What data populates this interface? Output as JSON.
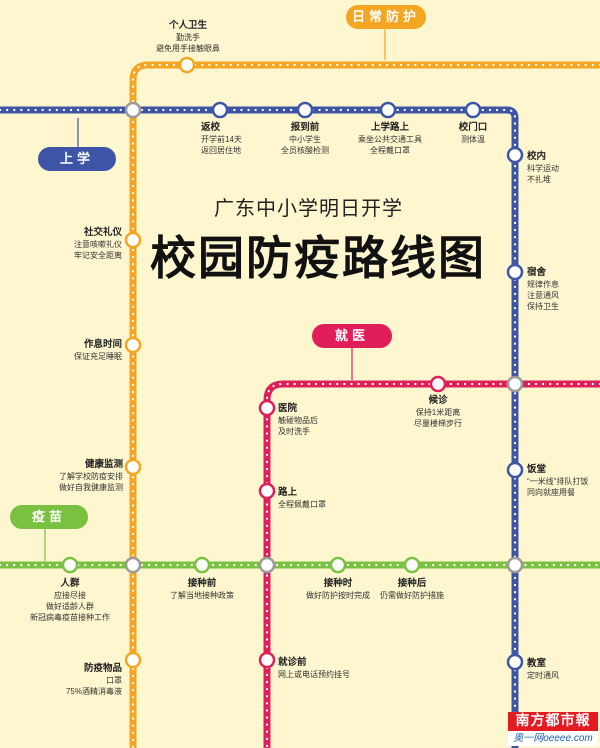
{
  "colors": {
    "blue": "#3d55a6",
    "orange": "#f4a623",
    "red": "#e01e5a",
    "green": "#7ac142"
  },
  "titles": {
    "subtitle": "广东中小学明日开学",
    "main": "校园防疫路线图"
  },
  "line_tags": {
    "daily": "日常防护",
    "school": "上学",
    "medical": "就医",
    "vaccine": "疫苗"
  },
  "stations": {
    "personal_hygiene": {
      "name": "个人卫生",
      "notes": [
        "勤洗手",
        "避免用手接触眼鼻"
      ]
    },
    "return_school": {
      "name": "返校",
      "notes": [
        "开学前14天",
        "返回居住地"
      ]
    },
    "before_report": {
      "name": "报到前",
      "notes": [
        "中小学生",
        "全员核酸检测"
      ]
    },
    "on_way": {
      "name": "上学路上",
      "notes": [
        "乘坐公共交通工具",
        "全程戴口罩"
      ]
    },
    "school_gate": {
      "name": "校门口",
      "notes": [
        "测体温"
      ]
    },
    "in_school": {
      "name": "校内",
      "notes": [
        "科学运动",
        "不扎堆"
      ]
    },
    "social_etiquette": {
      "name": "社交礼仪",
      "notes": [
        "注意咳嗽礼仪",
        "牢记安全距离"
      ]
    },
    "dormitory": {
      "name": "宿舍",
      "notes": [
        "规律作息",
        "注意通风",
        "保持卫生"
      ]
    },
    "schedule": {
      "name": "作息时间",
      "notes": [
        "保证充足睡眠"
      ]
    },
    "waiting": {
      "name": "候诊",
      "notes": [
        "保持1米距离",
        "尽量楼梯步行"
      ]
    },
    "hospital": {
      "name": "医院",
      "notes": [
        "触碰物品后",
        "及时洗手"
      ]
    },
    "health_monitor": {
      "name": "健康监测",
      "notes": [
        "了解学校防疫安排",
        "做好自我健康监测"
      ]
    },
    "canteen": {
      "name": "饭堂",
      "notes": [
        "“一米线”排队打饭",
        "同向就座用餐"
      ]
    },
    "on_road": {
      "name": "路上",
      "notes": [
        "全程佩戴口罩"
      ]
    },
    "crowd": {
      "name": "人群",
      "notes": [
        "应接尽接",
        "做好适龄人群",
        "新冠病毒疫苗接种工作"
      ]
    },
    "before_vaccine": {
      "name": "接种前",
      "notes": [
        "了解当地接种政策"
      ]
    },
    "during_vaccine": {
      "name": "接种时",
      "notes": [
        "做好防护按时完成"
      ]
    },
    "after_vaccine": {
      "name": "接种后",
      "notes": [
        "仍需做好防护措施"
      ]
    },
    "supplies": {
      "name": "防疫物品",
      "notes": [
        "口罩",
        "75%酒精消毒液"
      ]
    },
    "before_visit": {
      "name": "就诊前",
      "notes": [
        "网上或电话预约挂号"
      ]
    },
    "classroom": {
      "name": "教室",
      "notes": [
        "定时通风"
      ]
    }
  },
  "logo": {
    "name": "南方都市報",
    "site": "奥一网oeeee.com"
  }
}
